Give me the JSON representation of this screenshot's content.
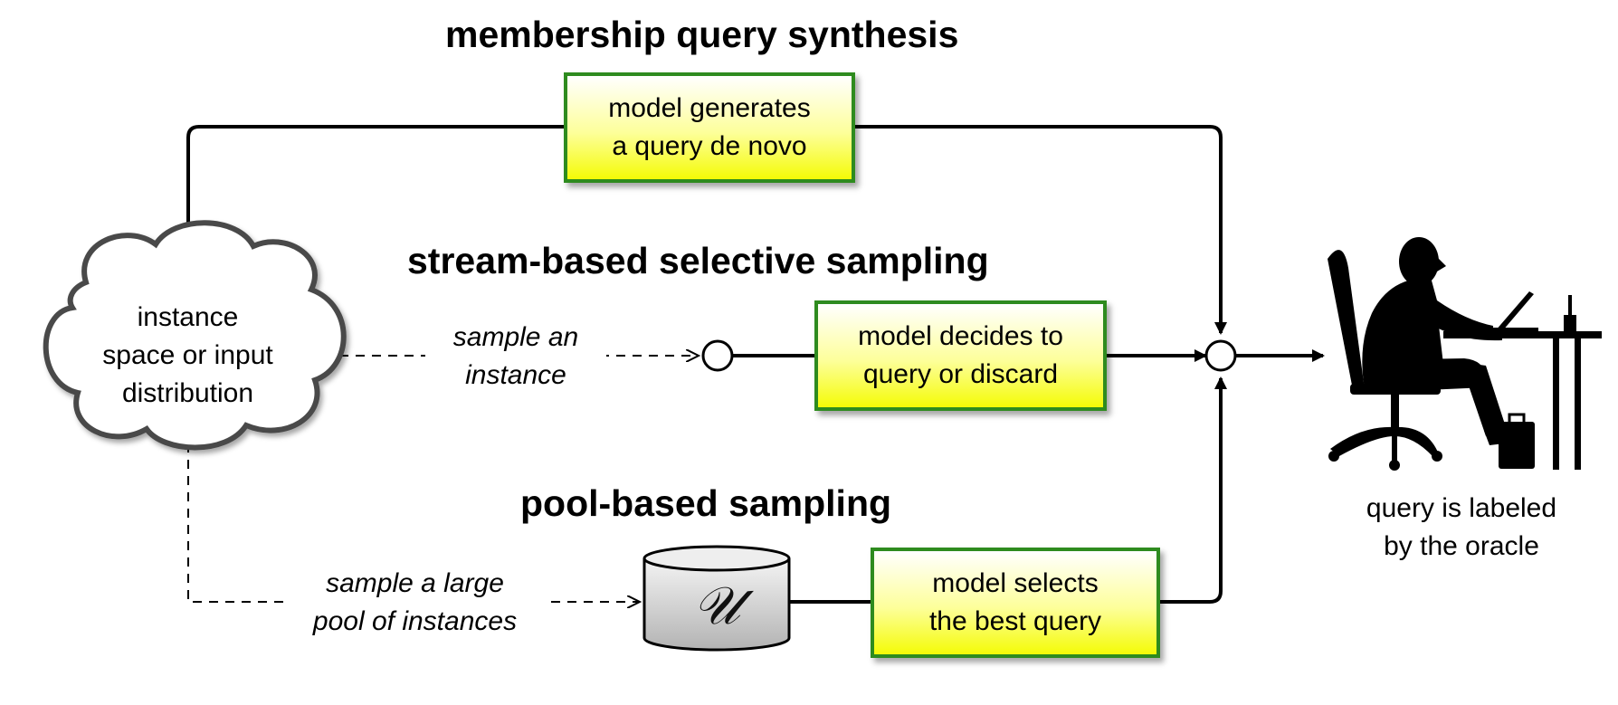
{
  "headings": {
    "synthesis": "membership query synthesis",
    "stream": "stream-based selective sampling",
    "pool": "pool-based sampling"
  },
  "boxes": {
    "synthesis": "model generates\na query de novo",
    "stream": "model decides to\nquery or discard",
    "pool": "model selects\nthe best query"
  },
  "cloud_text": "instance\nspace or input\ndistribution",
  "edge_labels": {
    "sample_instance": "sample an\ninstance",
    "sample_pool": "sample a large\npool of instances"
  },
  "pool_symbol": "𝒰",
  "oracle_caption": "query is labeled\nby the oracle",
  "colors": {
    "box_border": "#2e8b1e",
    "box_fill_top": "#ffffff",
    "box_fill_bottom": "#f4fb06",
    "line": "#000000"
  }
}
